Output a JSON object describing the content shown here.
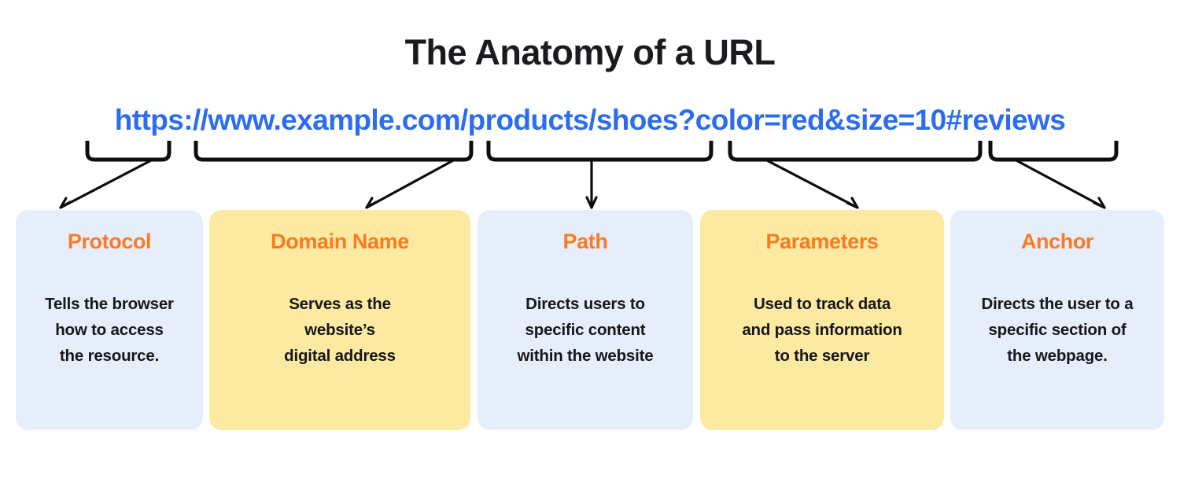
{
  "title": "The Anatomy of a URL",
  "url": {
    "full": "https://www.example.com/products/shoes?color=red&size=10#reviews",
    "segments": {
      "protocol": "https://",
      "domain": "www.example.com",
      "path": "/products/shoes",
      "parameters": "?color=red&size=10",
      "anchor": "#reviews"
    }
  },
  "colors": {
    "title": "#1b1b1f",
    "url": "#2c6cf0",
    "heading": "#fb7a22",
    "body": "#17171a",
    "card_blue": "#e7eefb",
    "card_yellow": "#fce9a2",
    "connector": "#0d0d0d",
    "background": "#ffffff"
  },
  "cards": [
    {
      "id": "protocol",
      "title": "Protocol",
      "description": "Tells the browser\nhow to access\nthe resource.",
      "fill": "blue"
    },
    {
      "id": "domain",
      "title": "Domain Name",
      "description": "Serves as the\nwebsite’s\ndigital address",
      "fill": "yellow"
    },
    {
      "id": "path",
      "title": "Path",
      "description": "Directs users to\nspecific content\nwithin the website",
      "fill": "blue"
    },
    {
      "id": "parameters",
      "title": "Parameters",
      "description": "Used to track data\nand pass information\nto the server",
      "fill": "yellow"
    },
    {
      "id": "anchor",
      "title": "Anchor",
      "description": "Directs the user to a\nspecific section of\nthe webpage.",
      "fill": "blue"
    }
  ]
}
